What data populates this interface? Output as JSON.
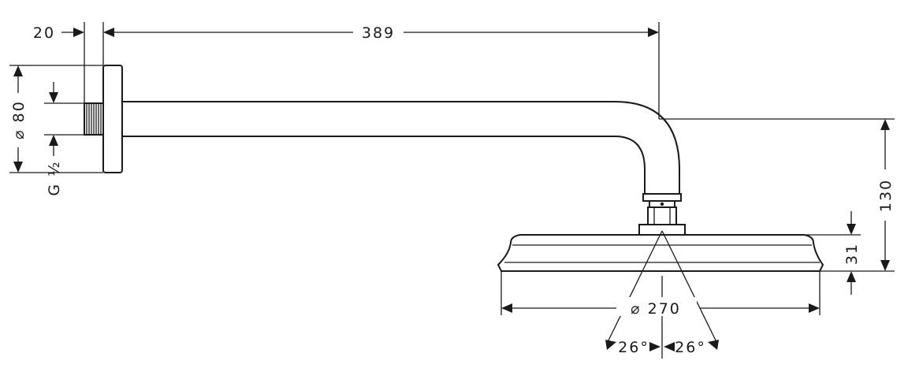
{
  "dimensions": {
    "wall_offset": "20",
    "arm_length": "389",
    "flange_diameter": "⌀ 80",
    "thread": "G ½",
    "drop_height": "130",
    "head_height": "31",
    "head_diameter": "⌀ 270",
    "spray_angle_left": "26°",
    "spray_angle_right": "26°"
  }
}
